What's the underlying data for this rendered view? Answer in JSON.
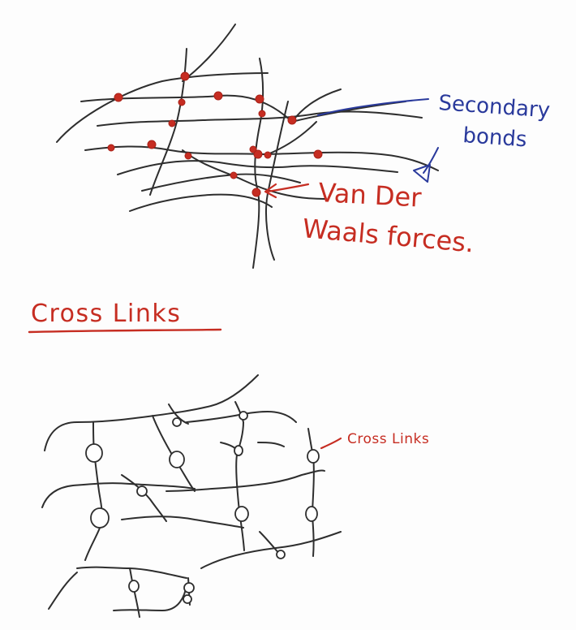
{
  "top_diagram": {
    "label_secondary": [
      "Secondary",
      "bonds"
    ],
    "label_vdw": [
      "Van Der",
      "Waals forces."
    ]
  },
  "heading": "Cross Links",
  "bottom_diagram": {
    "label": "Cross Links"
  },
  "colors": {
    "ink": "#2e2e2e",
    "red": "#c62d22",
    "blue": "#2a3a9c"
  }
}
